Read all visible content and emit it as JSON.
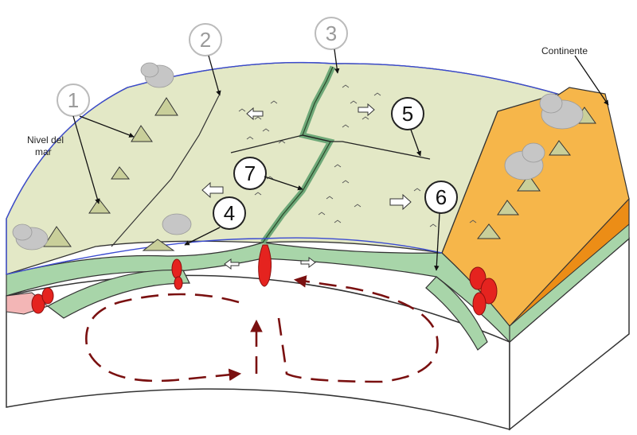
{
  "labels": {
    "sea_level": [
      "Nivel del",
      "mar"
    ],
    "continent": "Continente"
  },
  "markers": [
    "1",
    "2",
    "3",
    "4",
    "5",
    "6",
    "7"
  ],
  "colors": {
    "ocean_floor": "#e3e8c6",
    "crust_band": "#a8d5a9",
    "continent": "#f6b64a",
    "continent_edge": "#ec8d16",
    "magma": "#e5231f",
    "convection": "#7a1010",
    "sea_level_line": "#3b4bd1",
    "smoke": "#c6c6c6"
  }
}
